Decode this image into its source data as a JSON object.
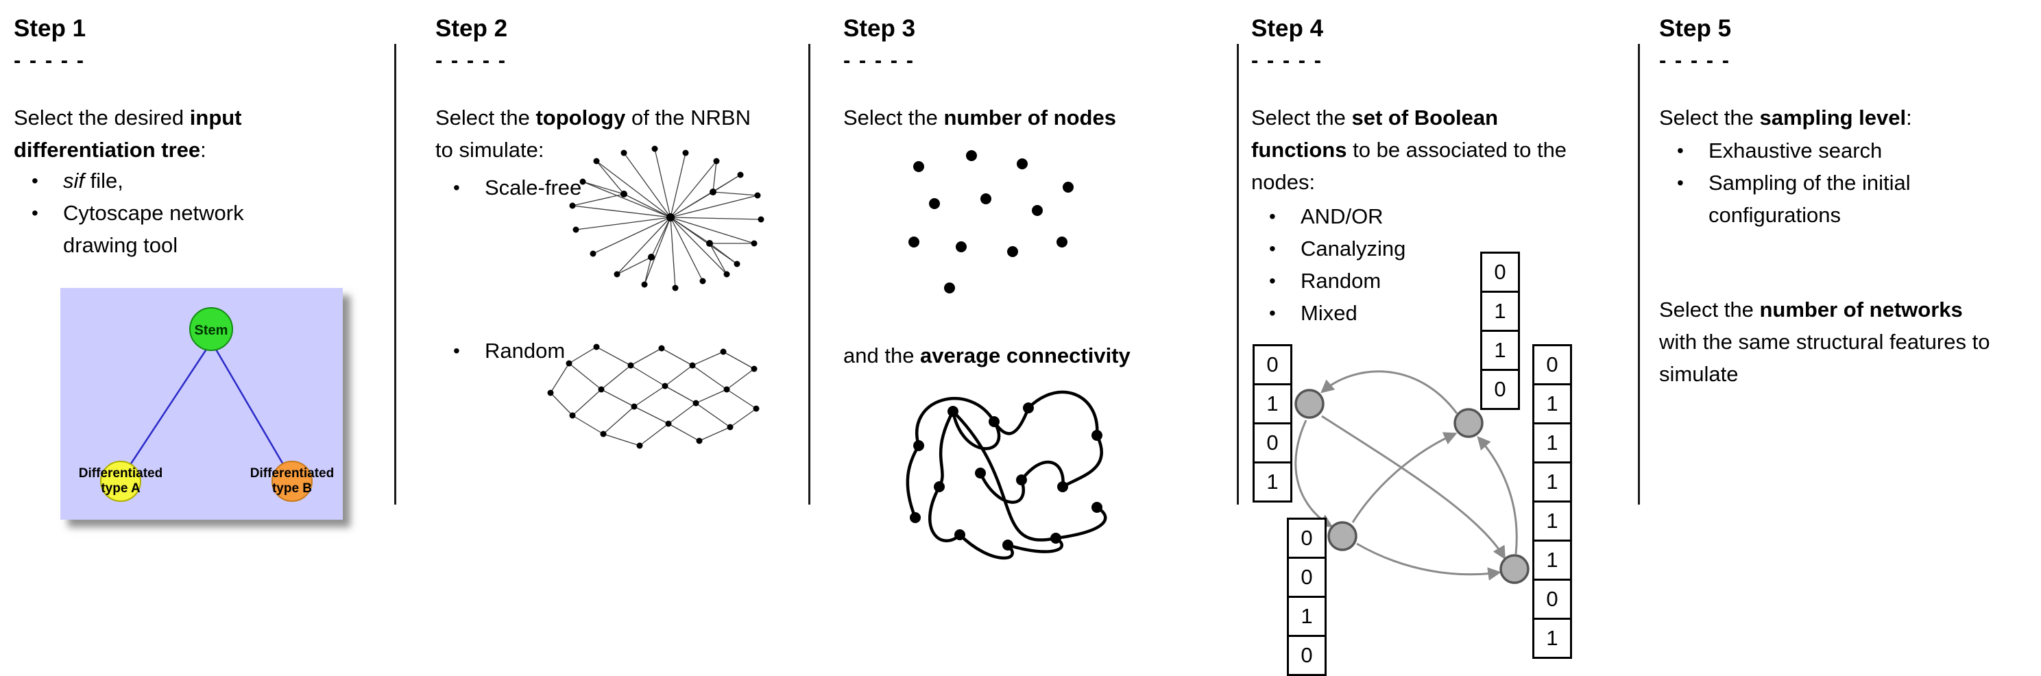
{
  "figure": {
    "background": "#ffffff"
  },
  "steps": [
    {
      "title": "Step 1",
      "dashes": "- - - - -",
      "intro": {
        "pre": "Select the desired ",
        "bold": "input differentiation tree",
        "post": ":"
      },
      "bullets": [
        {
          "italic": "sif",
          "rest": " file,"
        },
        {
          "text": "Cytoscape network drawing tool"
        }
      ],
      "tree": {
        "background": "#ccccfe",
        "edge_color": "#2a2ac8",
        "nodes": [
          {
            "label": "Stem",
            "color": "#35dd2f"
          },
          {
            "line1": "Differentiated",
            "line2": "type A",
            "color": "#f6f63a"
          },
          {
            "line1": "Differentiated",
            "line2": "type B",
            "color": "#f79b3b"
          }
        ]
      }
    },
    {
      "title": "Step 2",
      "dashes": "- - - - -",
      "intro": {
        "pre": "Select the ",
        "bold": "topology",
        "post": " of the NRBN to simulate:"
      },
      "bullets": [
        {
          "text": "Scale-free"
        },
        {
          "text": "Random"
        }
      ]
    },
    {
      "title": "Step 3",
      "dashes": "- - - - -",
      "intro": {
        "pre": "Select the ",
        "bold": "number of nodes",
        "post": ""
      },
      "second": {
        "pre": "and the ",
        "bold": "average connectivity",
        "post": ""
      }
    },
    {
      "title": "Step 4",
      "dashes": "- - - - -",
      "intro": {
        "pre": "Select the ",
        "bold": "set of Boolean functions",
        "post": " to be associated to the nodes:"
      },
      "bullets": [
        {
          "text": "AND/OR"
        },
        {
          "text": "Canalyzing"
        },
        {
          "text": "Random"
        },
        {
          "text": "Mixed"
        }
      ],
      "node_color": "#b0b0b0",
      "tables": {
        "left": [
          "0",
          "1",
          "0",
          "1"
        ],
        "top": [
          "0",
          "1",
          "1",
          "0"
        ],
        "right": [
          "0",
          "1",
          "1",
          "1",
          "1",
          "1",
          "0",
          "1"
        ],
        "bottom": [
          "0",
          "0",
          "1",
          "0"
        ]
      }
    },
    {
      "title": "Step 5",
      "dashes": "- - - - -",
      "intro": {
        "pre": "Select the ",
        "bold": "sampling level",
        "post": ":"
      },
      "bullets": [
        {
          "text": "Exhaustive search"
        },
        {
          "text": "Sampling of the initial configurations"
        }
      ],
      "second": {
        "pre": "Select the ",
        "bold": "number of networks",
        "post": " with the same structural features to simulate"
      }
    }
  ]
}
